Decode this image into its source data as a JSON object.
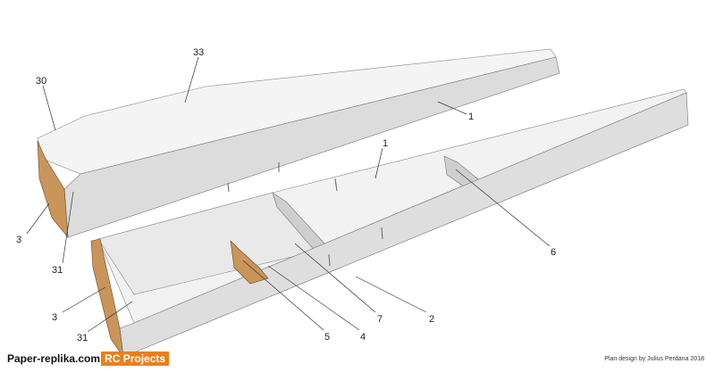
{
  "diagram": {
    "part_labels": [
      "33",
      "30",
      "1",
      "1",
      "3",
      "31",
      "6",
      "3",
      "31",
      "2",
      "7",
      "4",
      "5"
    ]
  },
  "footer": {
    "site": "Paper-replika.com",
    "badge": "RC Projects",
    "credit": "Plan design by Julius Perdana 2018"
  },
  "colors": {
    "badge": "#e8801c",
    "wood": "#c9955a",
    "panel": "#e6e6e6"
  }
}
